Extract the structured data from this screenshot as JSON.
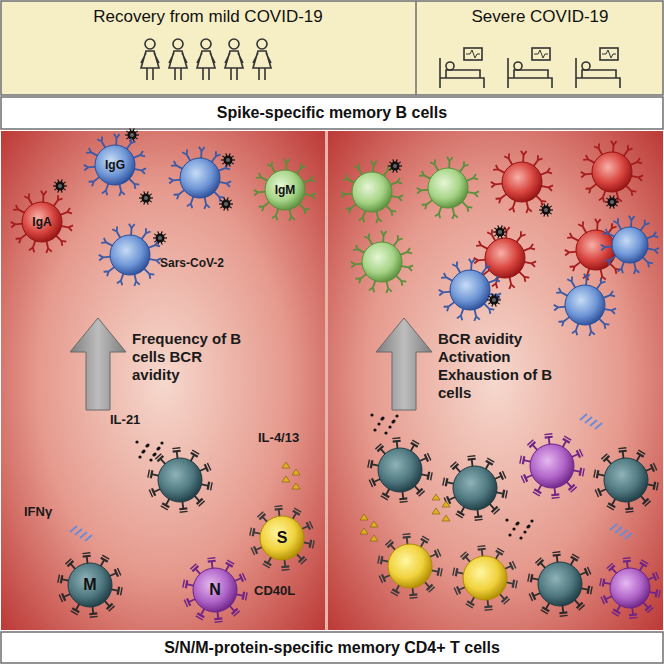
{
  "diagram": {
    "nodes": [
      {
        "text": [
          "Recovery from mild COVID-19"
        ]
      },
      {
        "text": [
          "Severe COVID-19"
        ]
      },
      {
        "text": [
          "Spike-specific memory B cells"
        ]
      },
      {
        "text": [
          "IgG"
        ]
      },
      {
        "text": [
          "IgM"
        ]
      },
      {
        "text": [
          "IgA"
        ]
      },
      {
        "text": [
          "S"
        ]
      },
      {
        "text": [
          "M"
        ]
      },
      {
        "text": [
          "N"
        ]
      },
      {
        "text": [
          "S/N/M-protein-specific memory CD4+ T cells"
        ]
      }
    ],
    "labels": [
      "Sars-CoV-2",
      "Frequency of B cells BCR avidity",
      "BCR avidity Activation Exhaustion of B cells",
      "IL-21",
      "IFNγ",
      "IL-4/13",
      "CD40L"
    ]
  }
}
